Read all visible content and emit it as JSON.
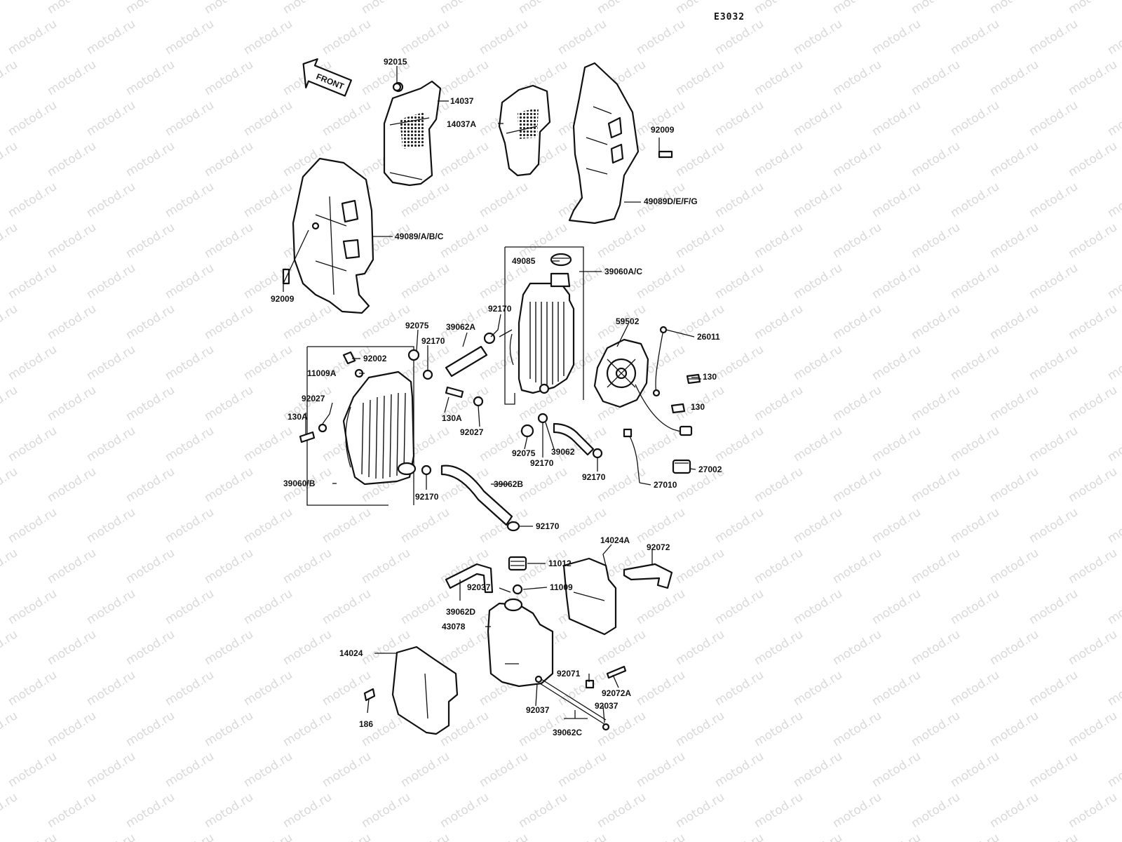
{
  "diagram_code": "E3032",
  "front_arrow": "FRONT",
  "watermark": "motod.ru",
  "labels": {
    "p92015": "92015",
    "p14037": "14037",
    "p14037A": "14037A",
    "p92009a": "92009",
    "p49089DEFG": "49089D/E/F/G",
    "p49089ABC": "49089/A/B/C",
    "p92009b": "92009",
    "p49085": "49085",
    "p39060AC": "39060A/C",
    "p92170a": "92170",
    "p59502": "59502",
    "p26011": "26011",
    "p92075a": "92075",
    "p39062A": "39062A",
    "p92170b": "92170",
    "p92002": "92002",
    "p11009A": "11009A",
    "p130a": "130",
    "p130b": "130",
    "p92027a": "92027",
    "p130Aa": "130A",
    "p130Ab": "130A",
    "p92027b": "92027",
    "p92075b": "92075",
    "p39062": "39062",
    "p92170c": "92170",
    "p92170d": "92170",
    "p27002": "27002",
    "p27010": "27010",
    "p39060B": "39060/B",
    "p92170e": "92170",
    "p39062B": "39062B",
    "p92170f": "92170",
    "p14024A": "14024A",
    "p92072": "92072",
    "p11012": "11012",
    "p11009": "11009",
    "p92037a": "92037",
    "p39062D": "39062D",
    "p43078": "43078",
    "p14024": "14024",
    "p92071": "92071",
    "p92072A": "92072A",
    "p92037b": "92037",
    "p92037c": "92037",
    "p186": "186",
    "p39062C": "39062C"
  }
}
